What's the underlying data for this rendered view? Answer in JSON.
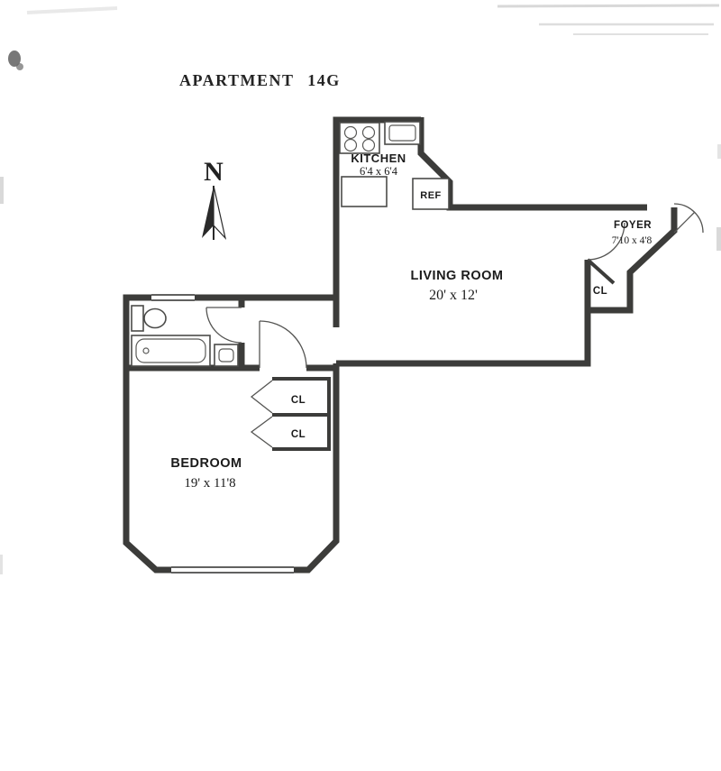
{
  "title": "APARTMENT 14G",
  "compass": {
    "label": "N"
  },
  "rooms": {
    "kitchen": {
      "name": "KITCHEN",
      "dims": "6'4 x 6'4"
    },
    "living_room": {
      "name": "LIVING ROOM",
      "dims": "20' x 12'"
    },
    "foyer": {
      "name": "FOYER",
      "dims": "7'10 x 4'8"
    },
    "bedroom": {
      "name": "BEDROOM",
      "dims": "19' x 11'8"
    }
  },
  "fixtures": {
    "refrigerator": "REF"
  },
  "closets": {
    "foyer_closet": "CL",
    "hall_closet_upper": "CL",
    "hall_closet_lower": "CL"
  },
  "colors": {
    "wall": "#3c3c3a",
    "text": "#1b1b1b",
    "paper": "#ffffff",
    "scan_artifact": "#c8c8c8"
  }
}
